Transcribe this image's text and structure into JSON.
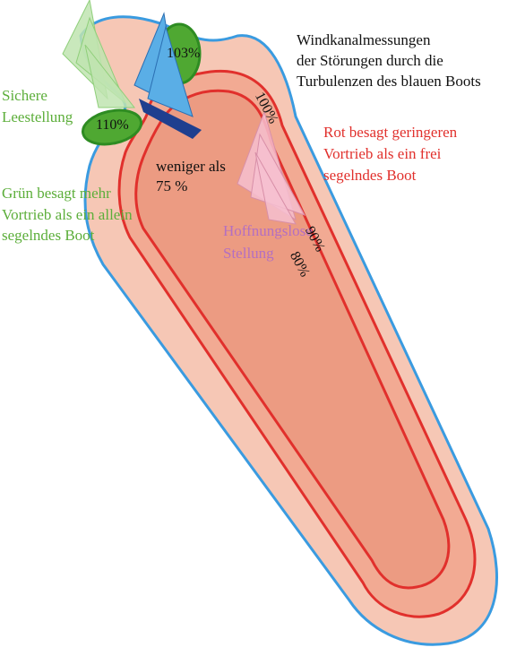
{
  "title": "Windkanalmessungen der Störungen durch die Turbulenzen des blauen Boots",
  "title_lines": [
    "Windkanalmessungen",
    "der Störungen durch die",
    "Turbulenzen des blauen Boots"
  ],
  "notes": {
    "red_lines": [
      "Rot besagt geringeren",
      "Vortrieb als ein frei",
      "segelndes Boot"
    ],
    "green_lines": [
      "Grün besagt mehr",
      "Vortrieb als ein allein",
      "segelndes Boot"
    ]
  },
  "positions": {
    "safe_leeward_lines": [
      "Sichere",
      "Leestellung"
    ],
    "hopeless_lines": [
      "Hoffnungslose",
      "Stellung"
    ]
  },
  "zones": {
    "z100": "100%",
    "z90": "90%",
    "z80": "80%",
    "z_less": [
      "weniger als",
      "75 %"
    ],
    "z103": "103%",
    "z110": "110%"
  },
  "colors": {
    "outer_zone_fill": "#f6c7b5",
    "outer_outline": "#3a9be0",
    "mid_zone_fill": "#f2aa93",
    "inner_zone_fill": "#ec9b82",
    "contour_line": "#e1302c",
    "gain_zone_fill": "#4fa832",
    "gain_zone_outline": "#2e8c22",
    "blue_boat": "#5aaee6",
    "green_boat": "#bfe4b0",
    "pink_boat": "#f6c0d0"
  }
}
